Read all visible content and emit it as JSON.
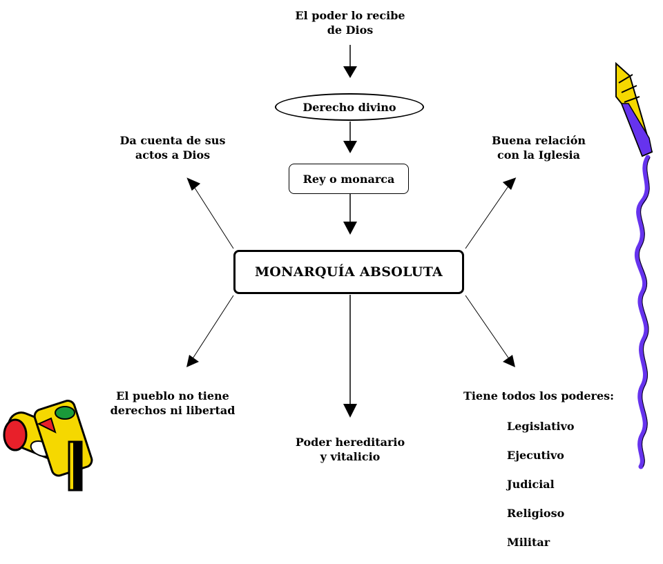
{
  "top_source": "El poder lo recibe\nde Dios",
  "nodes": {
    "derecho_divino": "Derecho divino",
    "rey": "Rey o monarca",
    "center": "MONARQUÍA ABSOLUTA"
  },
  "branches": {
    "top_left": "Da cuenta de sus\nactos a Dios",
    "top_right": "Buena relación\ncon la Iglesia",
    "bottom_left": "El pueblo no tiene\nderechos ni libertad",
    "bottom_center": "Poder hereditario\ny vitalicio",
    "bottom_right_heading": "Tiene todos los poderes:",
    "powers": [
      "Legislativo",
      "Ejecutivo",
      "Judicial",
      "Religioso",
      "Militar"
    ]
  },
  "decorations": [
    "crayon-icon",
    "pencil-icon",
    "wavy-line-icon"
  ],
  "colors": {
    "crayon_yellow": "#f5d800",
    "crayon_red": "#e8202a",
    "crayon_green": "#1a9a3a",
    "pencil_violet": "#6633ee",
    "line": "#000000"
  }
}
